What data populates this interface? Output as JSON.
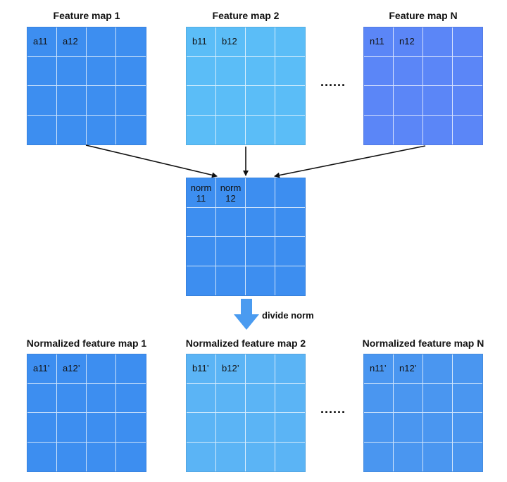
{
  "colors": {
    "map1": "#3d8ef0",
    "map2": "#5bbdf7",
    "mapN": "#5b86f7",
    "norm": "#3d8ef0",
    "out1": "#3d8ef0",
    "out2": "#5bb4f5",
    "outN": "#4a96f0",
    "down_arrow": "#4a9bf0"
  },
  "top_row": [
    {
      "title": "Feature map 1",
      "cells": [
        "a11",
        "a12"
      ]
    },
    {
      "title": "Feature map 2",
      "cells": [
        "b11",
        "b12"
      ]
    },
    {
      "title": "Feature map N",
      "cells": [
        "n11",
        "n12"
      ]
    }
  ],
  "norm_map": {
    "cells": [
      "norm\n11",
      "norm\n12"
    ]
  },
  "divide_label": "divide norm",
  "ellipsis": "......",
  "bottom_row": [
    {
      "title": "Normalized feature map 1",
      "cells": [
        "a11’",
        "a12’"
      ]
    },
    {
      "title": "Normalized feature map 2",
      "cells": [
        "b11’",
        "b12’"
      ]
    },
    {
      "title": "Normalized feature map N",
      "cells": [
        "n11’",
        "n12’"
      ]
    }
  ]
}
